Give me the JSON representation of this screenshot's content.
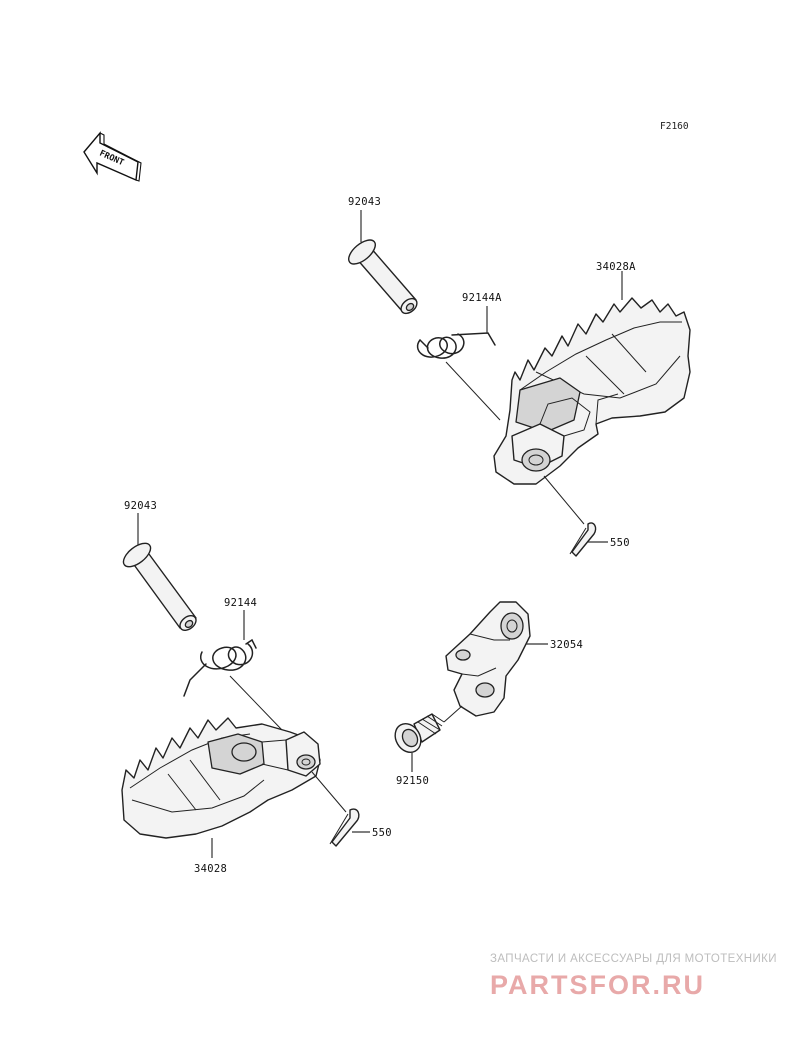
{
  "figure_code": "F2160",
  "front_arrow_label": "FRONT",
  "part_labels": {
    "pin_upper": "92043",
    "spring_upper": "92144A",
    "footpeg_upper": "34028A",
    "cotter_upper": "550",
    "pin_lower": "92043",
    "spring_lower": "92144",
    "bracket": "32054",
    "bolt": "92150",
    "cotter_lower": "550",
    "footpeg_lower": "34028"
  },
  "watermark": {
    "tagline": "ЗАПЧАСТИ И АКСЕССУАРЫ ДЛЯ МОТОТЕХНИКИ",
    "logo": "PARTSFOR.RU"
  }
}
